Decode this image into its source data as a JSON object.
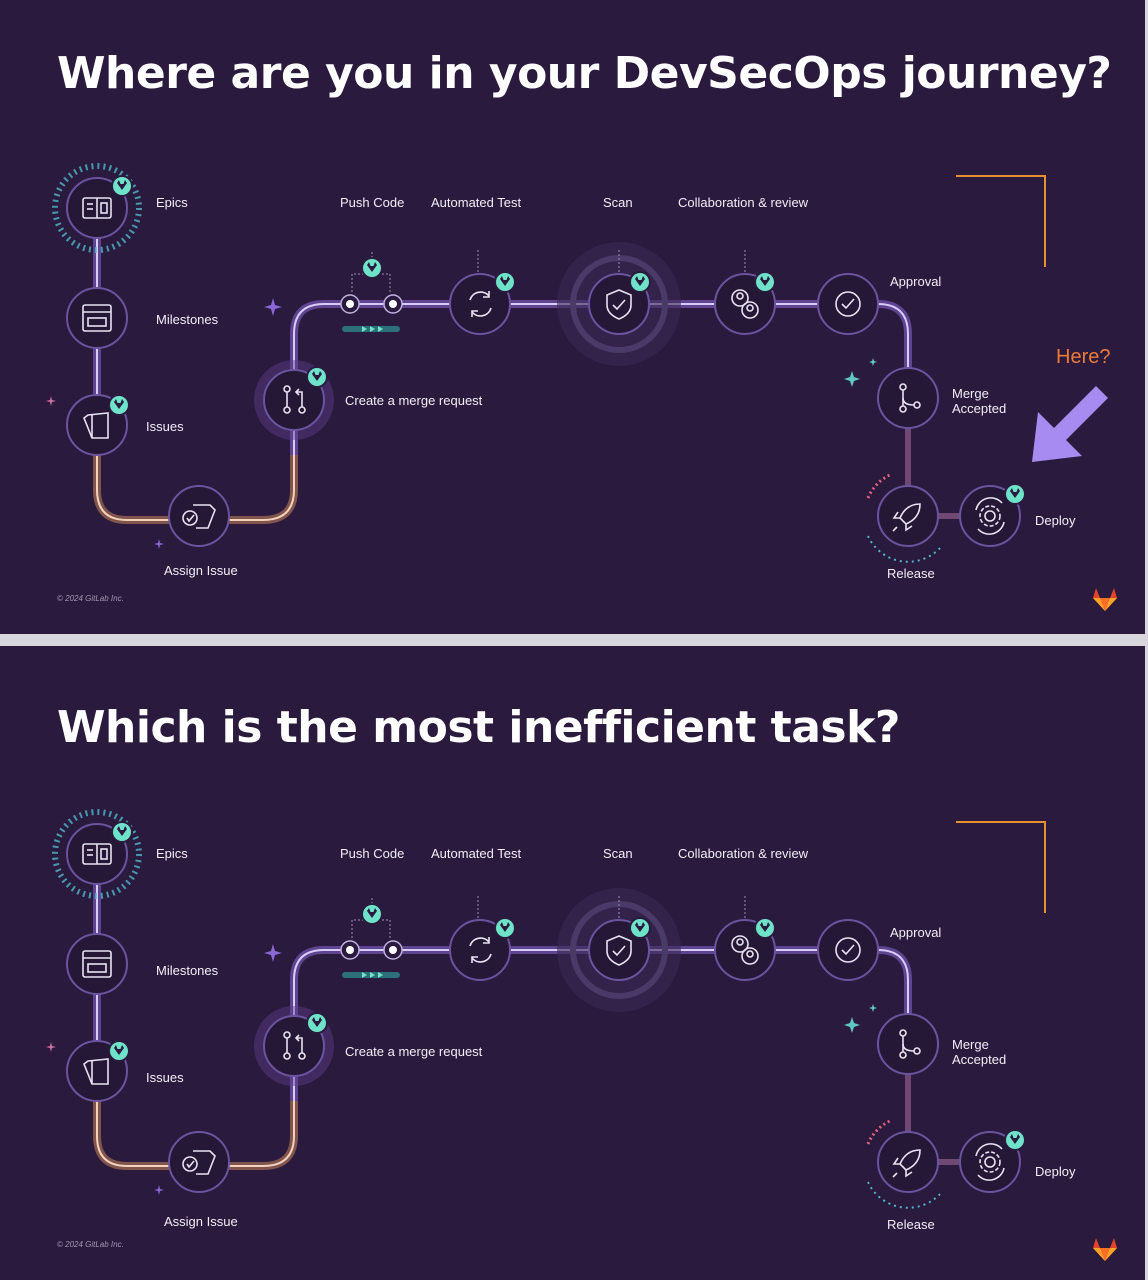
{
  "slides": [
    {
      "title": "Where are you in your DevSecOps journey?",
      "callout": "Here?"
    },
    {
      "title": "Which is the most inefficient task?",
      "callout": ""
    }
  ],
  "stages": {
    "epics": "Epics",
    "milestones": "Milestones",
    "issues": "Issues",
    "assign_issue": "Assign Issue",
    "create_merge_request": "Create a merge request",
    "push_code": "Push Code",
    "automated_test": "Automated Test",
    "scan": "Scan",
    "collaboration_review": "Collaboration & review",
    "approval": "Approval",
    "merge_accepted_line1": "Merge",
    "merge_accepted_line2": "Accepted",
    "release": "Release",
    "deploy": "Deploy"
  },
  "footer": "© 2024 GitLab Inc.",
  "colors": {
    "background": "#2a1a3d",
    "track_purple": "#8b67d8",
    "track_orange": "#c9865a",
    "badge_teal": "#6fe3c9",
    "callout_orange": "#ee7a36",
    "arrow_lavender": "#a88bf0",
    "corner_orange": "#e8902e"
  },
  "icons": [
    "book-icon",
    "calendar-icon",
    "issue-doc-icon",
    "assign-check-icon",
    "merge-request-icon",
    "commit-dot-icon",
    "refresh-icon",
    "shield-check-icon",
    "users-icon",
    "check-circle-icon",
    "branch-merge-icon",
    "rocket-icon",
    "gear-cycle-icon",
    "tanuki-badge-icon",
    "gitlab-logo-icon",
    "down-left-arrow-icon"
  ]
}
